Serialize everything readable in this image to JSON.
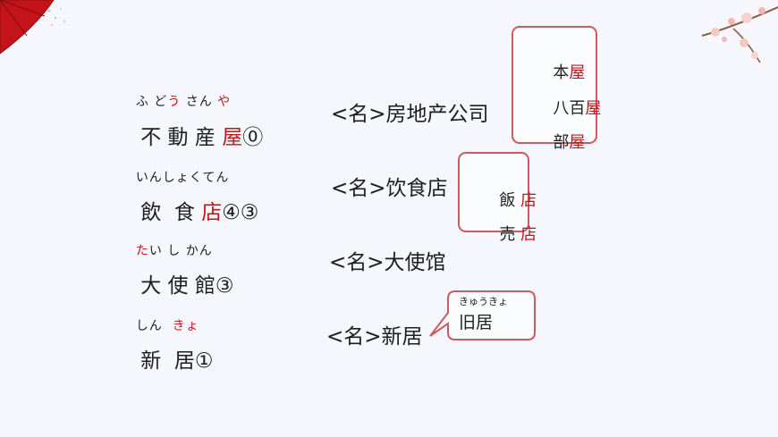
{
  "rows": [
    {
      "ruby": [
        {
          "t": "ふ ど",
          "red": false
        },
        {
          "t": "う",
          "red": true
        },
        {
          "t": " さん ",
          "red": false
        },
        {
          "t": "や",
          "red": true
        }
      ],
      "word": [
        {
          "t": "不 動 産 ",
          "red": false
        },
        {
          "t": "屋",
          "red": true
        },
        {
          "t": "⓪",
          "red": false
        }
      ],
      "meaning": "<名>房地产公司"
    },
    {
      "ruby": [
        {
          "t": "いんしょくてん",
          "red": false
        }
      ],
      "word": [
        {
          "t": "飲  食 ",
          "red": false
        },
        {
          "t": "店",
          "red": true
        },
        {
          "t": "④③",
          "red": false
        }
      ],
      "meaning": "<名>饮食店"
    },
    {
      "ruby": [
        {
          "t": "た",
          "red": true
        },
        {
          "t": "い し かん",
          "red": false
        }
      ],
      "word": [
        {
          "t": "大 使 館③",
          "red": false
        }
      ],
      "meaning": "<名>大使馆"
    },
    {
      "ruby": [
        {
          "t": "しん  ",
          "red": false
        },
        {
          "t": "きょ",
          "red": true
        }
      ],
      "word": [
        {
          "t": "新  居①",
          "red": false
        }
      ],
      "meaning": "<名>新居"
    }
  ],
  "box_ya": [
    [
      {
        "t": "本",
        "red": false
      },
      {
        "t": "屋",
        "red": true
      }
    ],
    [
      {
        "t": "八百",
        "red": false
      },
      {
        "t": "屋",
        "red": true
      }
    ],
    [
      {
        "t": "部",
        "red": false
      },
      {
        "t": "屋",
        "red": true
      }
    ]
  ],
  "box_ten": [
    [
      {
        "t": "飯 ",
        "red": false
      },
      {
        "t": "店",
        "red": true
      }
    ],
    [
      {
        "t": "売 ",
        "red": false
      },
      {
        "t": "店",
        "red": true
      }
    ]
  ],
  "callout": {
    "ruby": "きゅうきょ",
    "text": "旧居"
  },
  "colors": {
    "accent_red": "#c0171b",
    "box_border": "#cc5a60",
    "background": "#f5f7fc"
  }
}
